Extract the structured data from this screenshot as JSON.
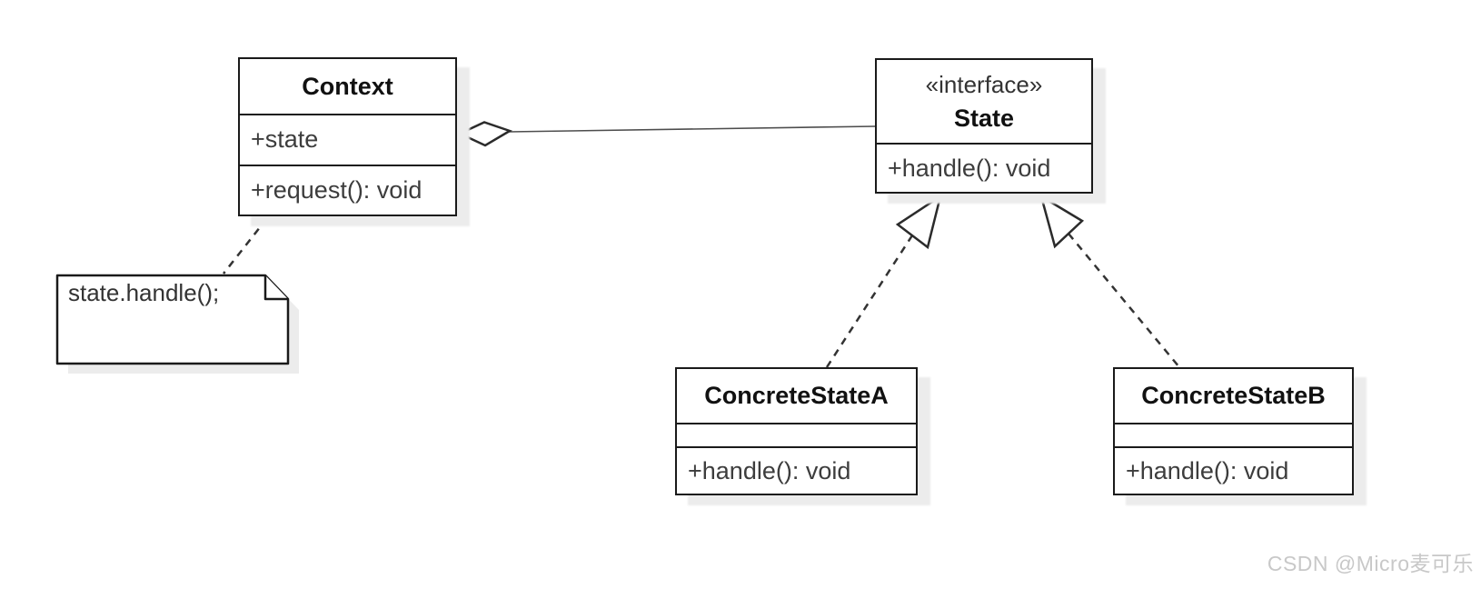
{
  "diagram_type": "uml-class-diagram",
  "pattern": "State",
  "classes": {
    "context": {
      "name": "Context",
      "attributes": [
        "+state"
      ],
      "methods": [
        "+request(): void"
      ]
    },
    "state": {
      "stereotype": "«interface»",
      "name": "State",
      "attributes": [],
      "methods": [
        "+handle(): void"
      ]
    },
    "concreteStateA": {
      "name": "ConcreteStateA",
      "attributes": [],
      "methods": [
        "+handle(): void"
      ]
    },
    "concreteStateB": {
      "name": "ConcreteStateB",
      "attributes": [],
      "methods": [
        "+handle(): void"
      ]
    }
  },
  "note": {
    "text": "state.handle();"
  },
  "relationships": [
    {
      "type": "aggregation",
      "from": "Context",
      "to": "State"
    },
    {
      "type": "realization",
      "from": "ConcreteStateA",
      "to": "State"
    },
    {
      "type": "realization",
      "from": "ConcreteStateB",
      "to": "State"
    },
    {
      "type": "note-link",
      "from": "Context",
      "to": "note"
    }
  ],
  "watermark": {
    "text": "CSDN @Micro麦可乐"
  },
  "colors": {
    "background": "#ffffff",
    "border": "#1a1a1a",
    "line": "#4d4d4d",
    "member_text": "#3d3d3d",
    "shadow": "#ececec",
    "watermark": "#c8c8c8"
  }
}
